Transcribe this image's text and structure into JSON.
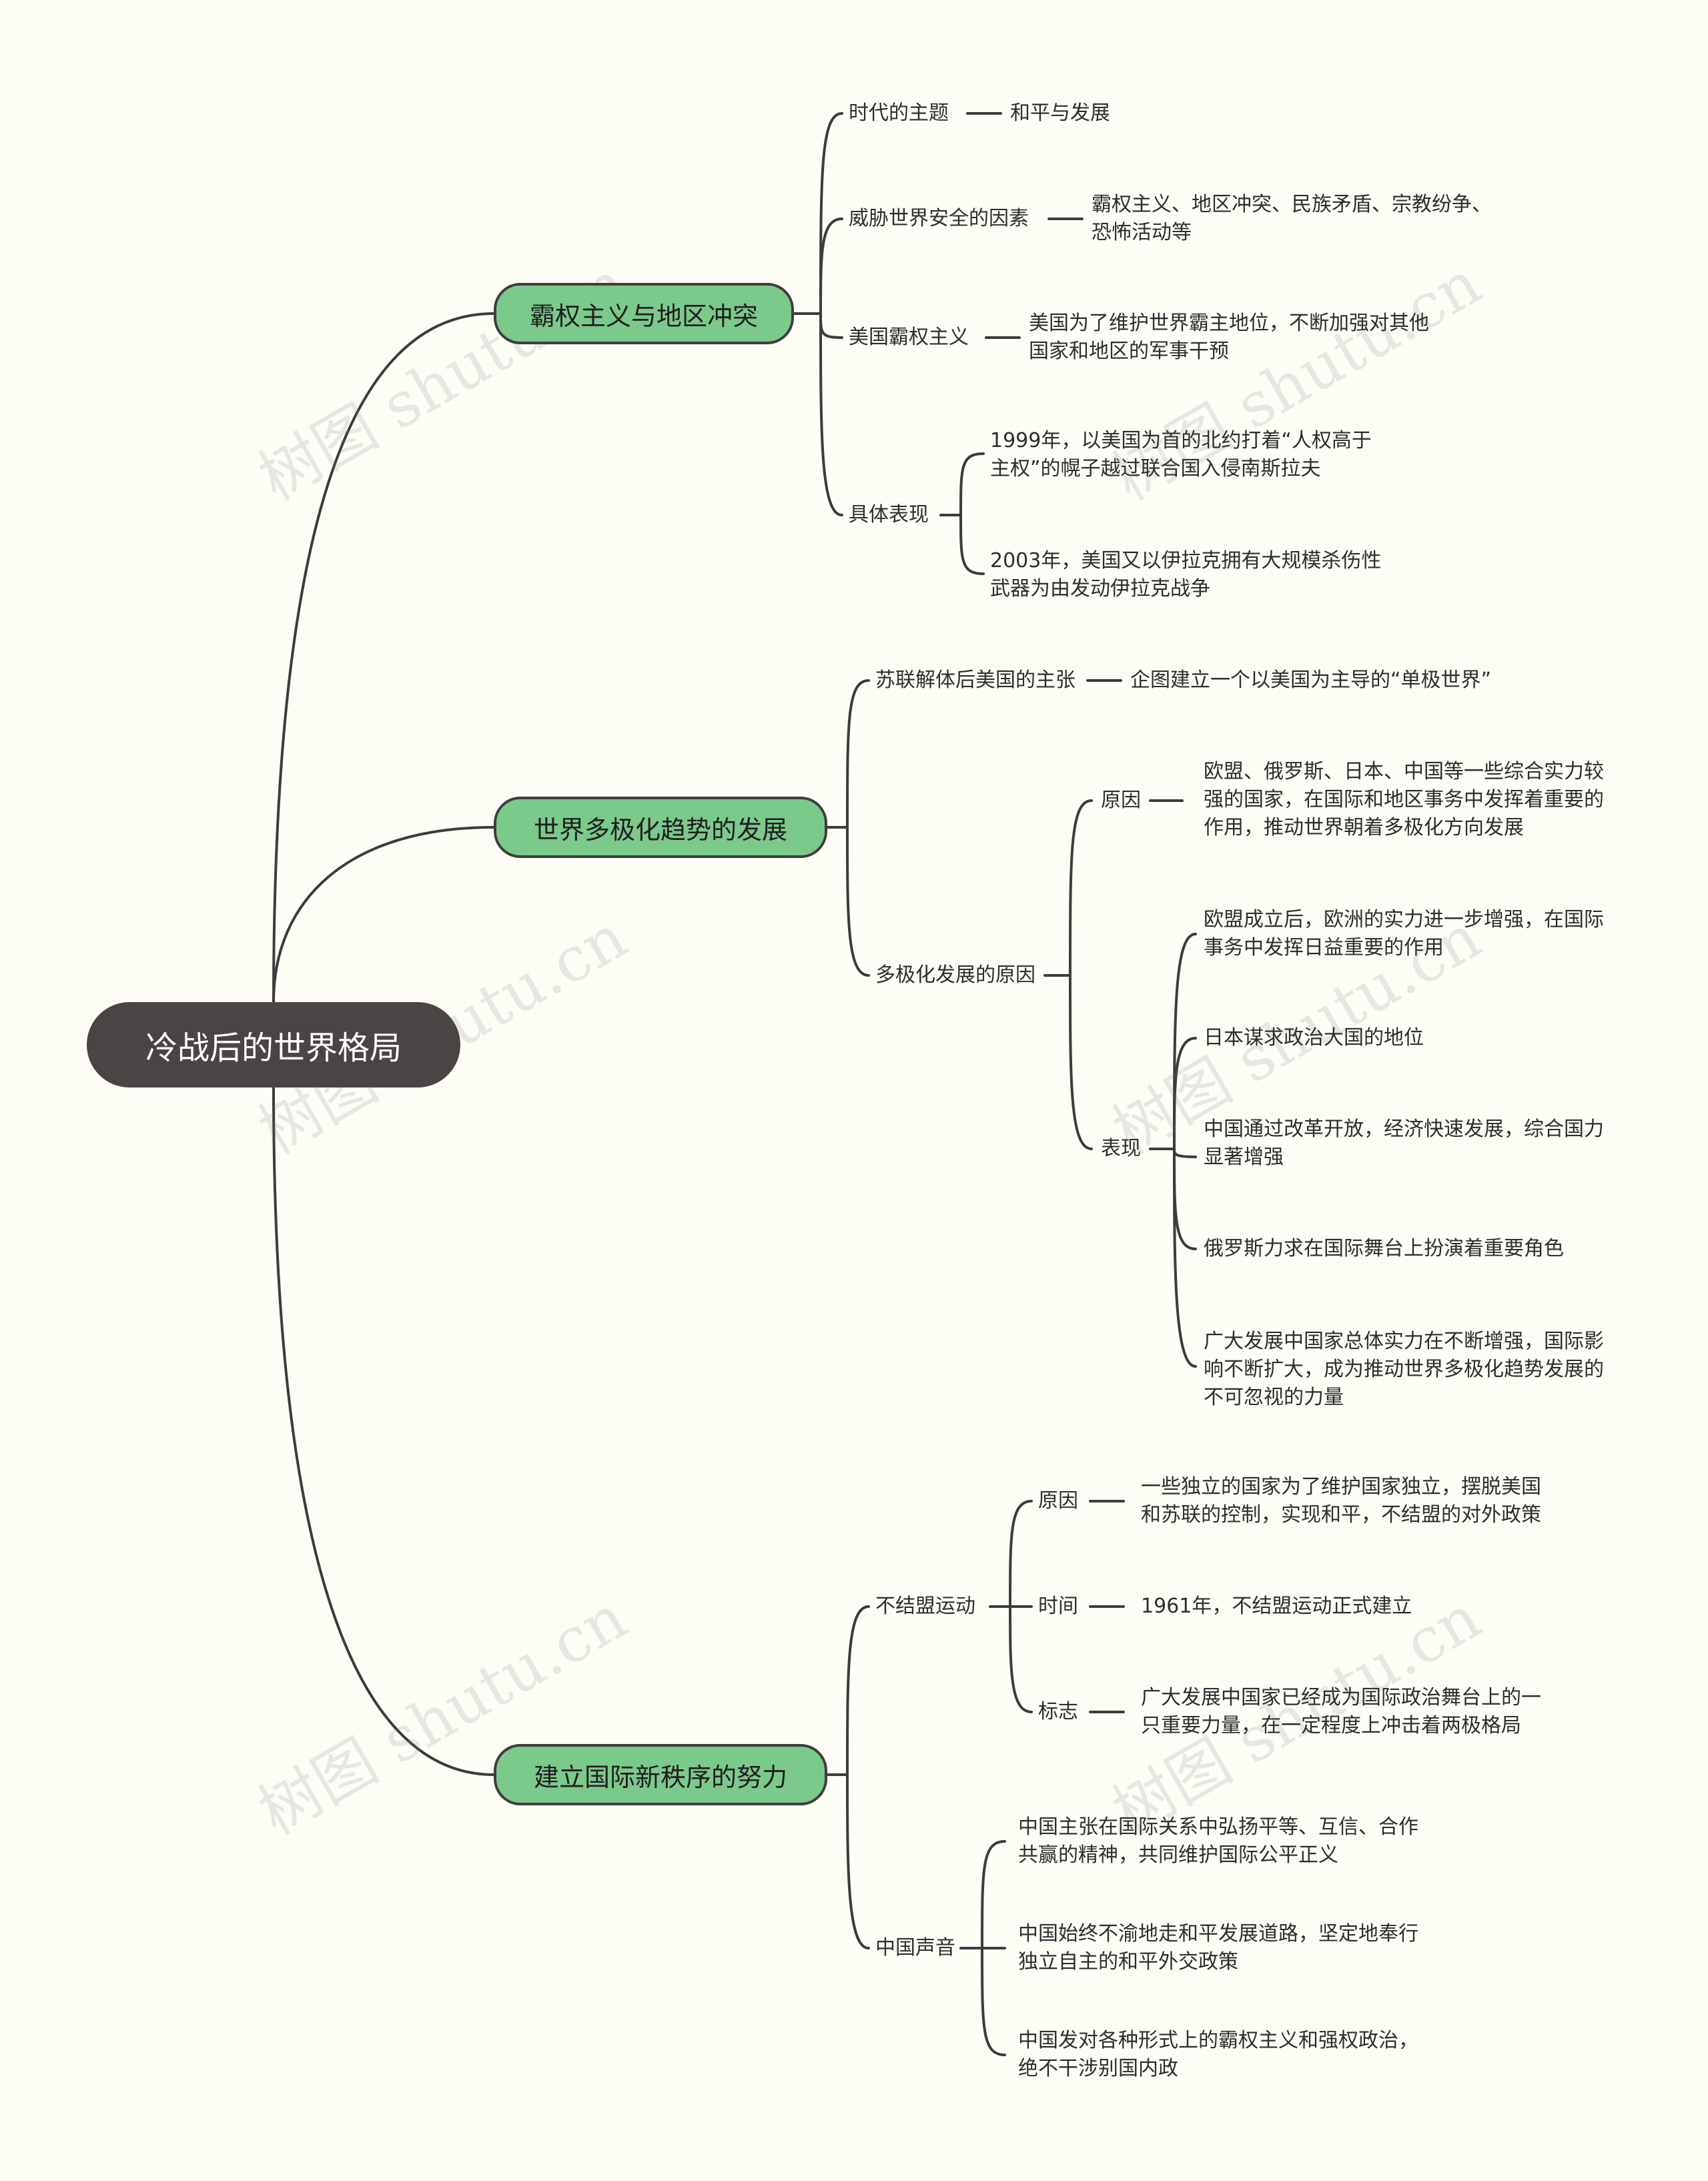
{
  "root": "冷战后的世界格局",
  "branches": [
    {
      "label": "霸权主义与地区冲突",
      "children": [
        {
          "label": "时代的主题",
          "detail": "和平与发展"
        },
        {
          "label": "威胁世界安全的因素",
          "detail": [
            "霸权主义、地区冲突、民族矛盾、宗教纷争、",
            "恐怖活动等"
          ]
        },
        {
          "label": "美国霸权主义",
          "detail": [
            "美国为了维护世界霸主地位，不断加强对其他",
            "国家和地区的军事干预"
          ]
        },
        {
          "label": "具体表现",
          "items": [
            [
              "1999年，以美国为首的北约打着“人权高于",
              "主权”的幌子越过联合国入侵南斯拉夫"
            ],
            [
              "2003年，美国又以伊拉克拥有大规模杀伤性",
              "武器为由发动伊拉克战争"
            ]
          ]
        }
      ]
    },
    {
      "label": "世界多极化趋势的发展",
      "children": [
        {
          "label": "苏联解体后美国的主张",
          "detail": "企图建立一个以美国为主导的“单极世界”"
        },
        {
          "label": "多极化发展的原因",
          "sub": [
            {
              "label": "原因",
              "detail": [
                "欧盟、俄罗斯、日本、中国等一些综合实力较",
                "强的国家，在国际和地区事务中发挥着重要的",
                "作用，推动世界朝着多极化方向发展"
              ]
            },
            {
              "label": "表现",
              "items": [
                [
                  "欧盟成立后，欧洲的实力进一步增强，在国际",
                  "事务中发挥日益重要的作用"
                ],
                [
                  "日本谋求政治大国的地位"
                ],
                [
                  "中国通过改革开放，经济快速发展，综合国力",
                  "显著增强"
                ],
                [
                  "俄罗斯力求在国际舞台上扮演着重要角色"
                ],
                [
                  "广大发展中国家总体实力在不断增强，国际影",
                  "响不断扩大，成为推动世界多极化趋势发展的",
                  "不可忽视的力量"
                ]
              ]
            }
          ]
        }
      ]
    },
    {
      "label": "建立国际新秩序的努力",
      "children": [
        {
          "label": "不结盟运动",
          "sub": [
            {
              "label": "原因",
              "detail": [
                "一些独立的国家为了维护国家独立，摆脱美国",
                "和苏联的控制，实现和平，不结盟的对外政策"
              ]
            },
            {
              "label": "时间",
              "detail": "1961年，不结盟运动正式建立"
            },
            {
              "label": "标志",
              "detail": [
                "广大发展中国家已经成为国际政治舞台上的一",
                "只重要力量，在一定程度上冲击着两极格局"
              ]
            }
          ]
        },
        {
          "label": "中国声音",
          "items": [
            [
              "中国主张在国际关系中弘扬平等、互信、合作",
              "共赢的精神，共同维护国际公平正义"
            ],
            [
              "中国始终不渝地走和平发展道路，坚定地奉行",
              "独立自主的和平外交政策"
            ],
            [
              "中国发对各种形式上的霸权主义和强权政治，",
              "绝不干涉别国内政"
            ]
          ]
        }
      ]
    }
  ],
  "watermark": "树图 shutu.cn"
}
